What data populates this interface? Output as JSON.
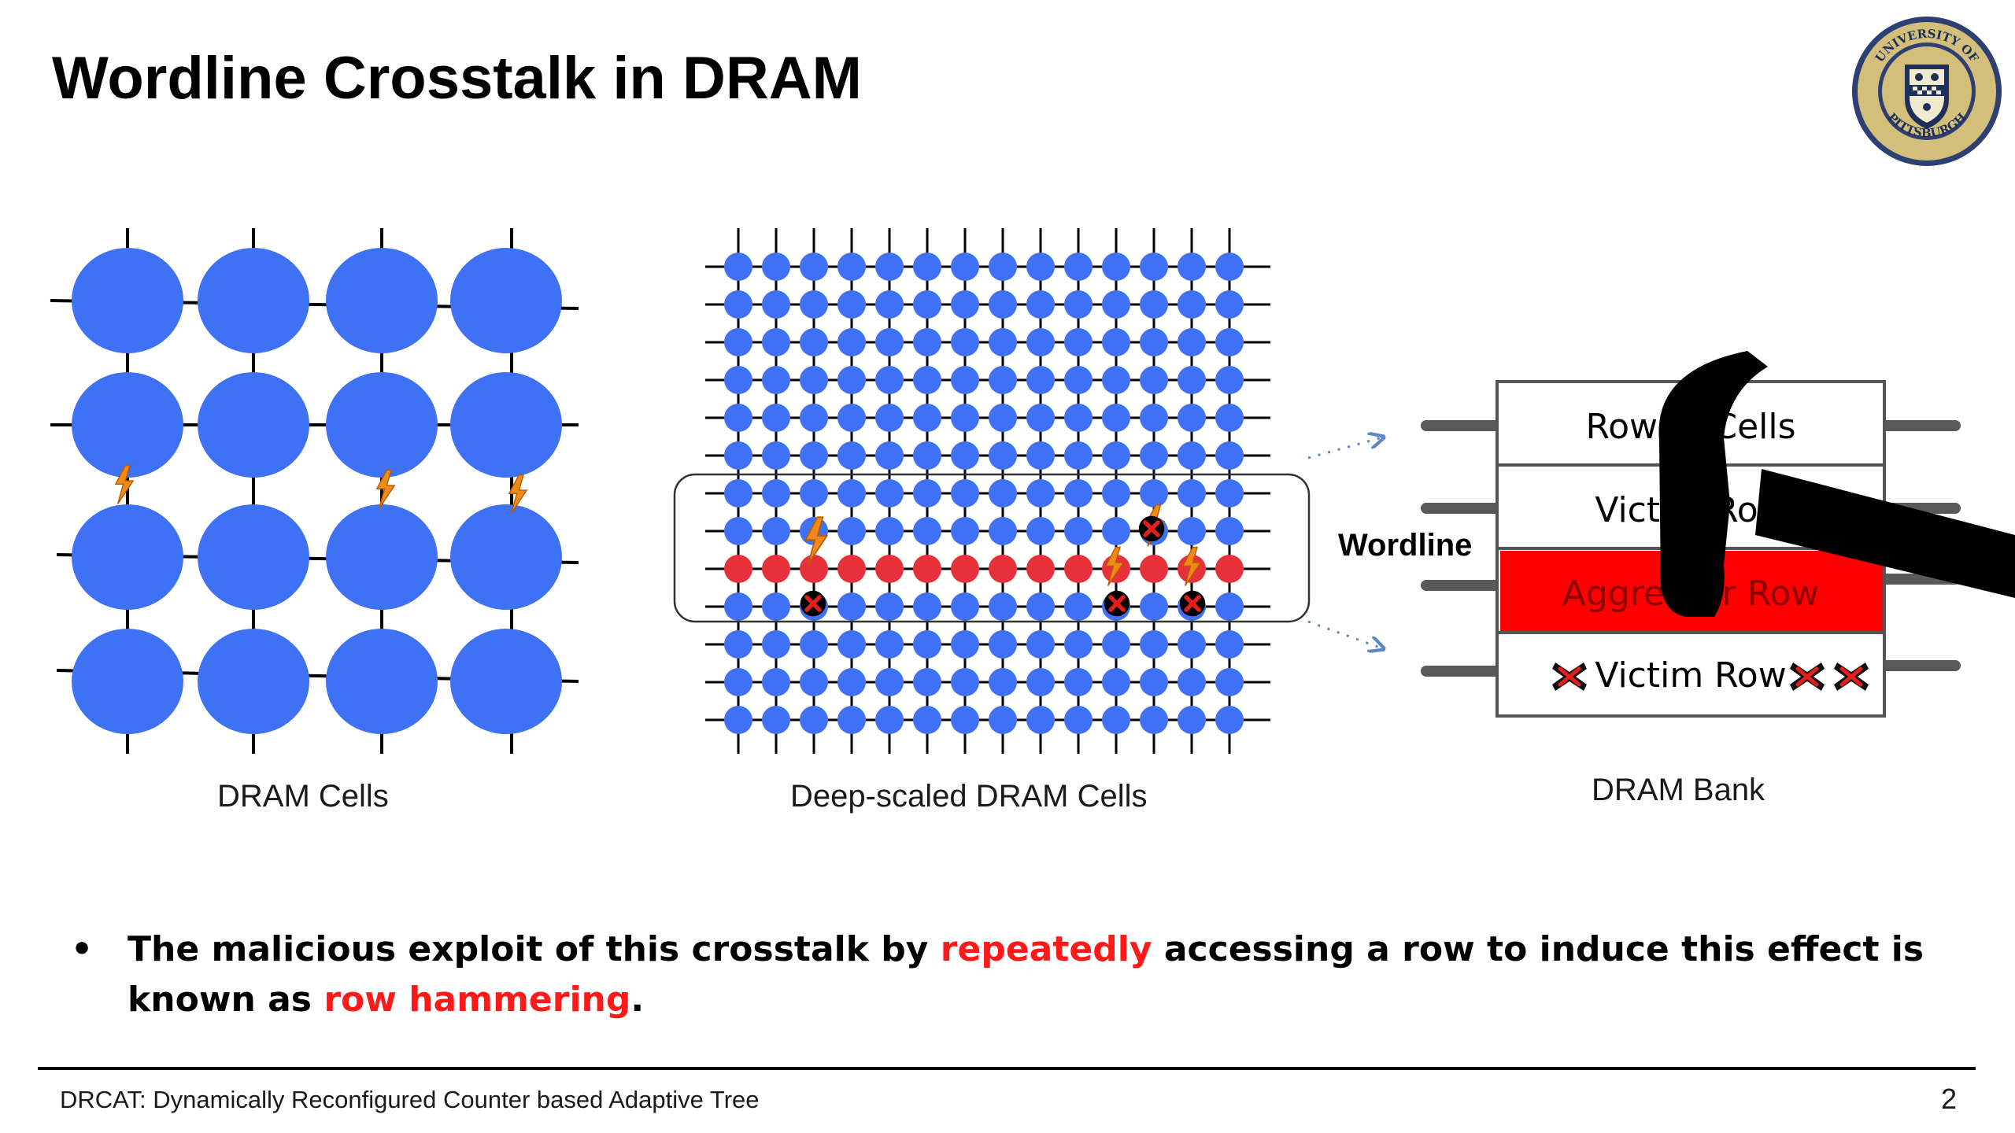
{
  "slide": {
    "title": "Wordline Crosstalk in DRAM",
    "page_number": "2",
    "footer": "DRCAT: Dynamically Reconfigured Counter based Adaptive Tree"
  },
  "logo": {
    "icon": "university-of-pittsburgh-seal",
    "text": "UNIVERSITY OF PITTSBURGH"
  },
  "figures": {
    "cells_caption": "DRAM Cells",
    "deep_caption": "Deep-scaled DRAM Cells",
    "bank_caption": "DRAM Bank",
    "wordline_label": "Wordline",
    "bank_rows": [
      {
        "label": "Row of Cells",
        "type": "normal"
      },
      {
        "label": "Victim Row",
        "type": "victim"
      },
      {
        "label": "Aggressor Row",
        "type": "aggressor"
      },
      {
        "label": "Victim Row",
        "type": "victim-flipped"
      }
    ],
    "colors": {
      "cell": "#3f71f5",
      "aggressor_cell": "#e8303b",
      "aggressor_row": "#ff0000",
      "spark": "#f08a17",
      "hammer": "#000000",
      "arrow": "#5a86c5"
    }
  },
  "bullet": {
    "text_1": "The malicious exploit of this crosstalk by ",
    "highlight_1": "repeatedly",
    "text_2": " accessing a row to induce this effect is known as ",
    "highlight_2": "row hammering",
    "text_3": "."
  }
}
